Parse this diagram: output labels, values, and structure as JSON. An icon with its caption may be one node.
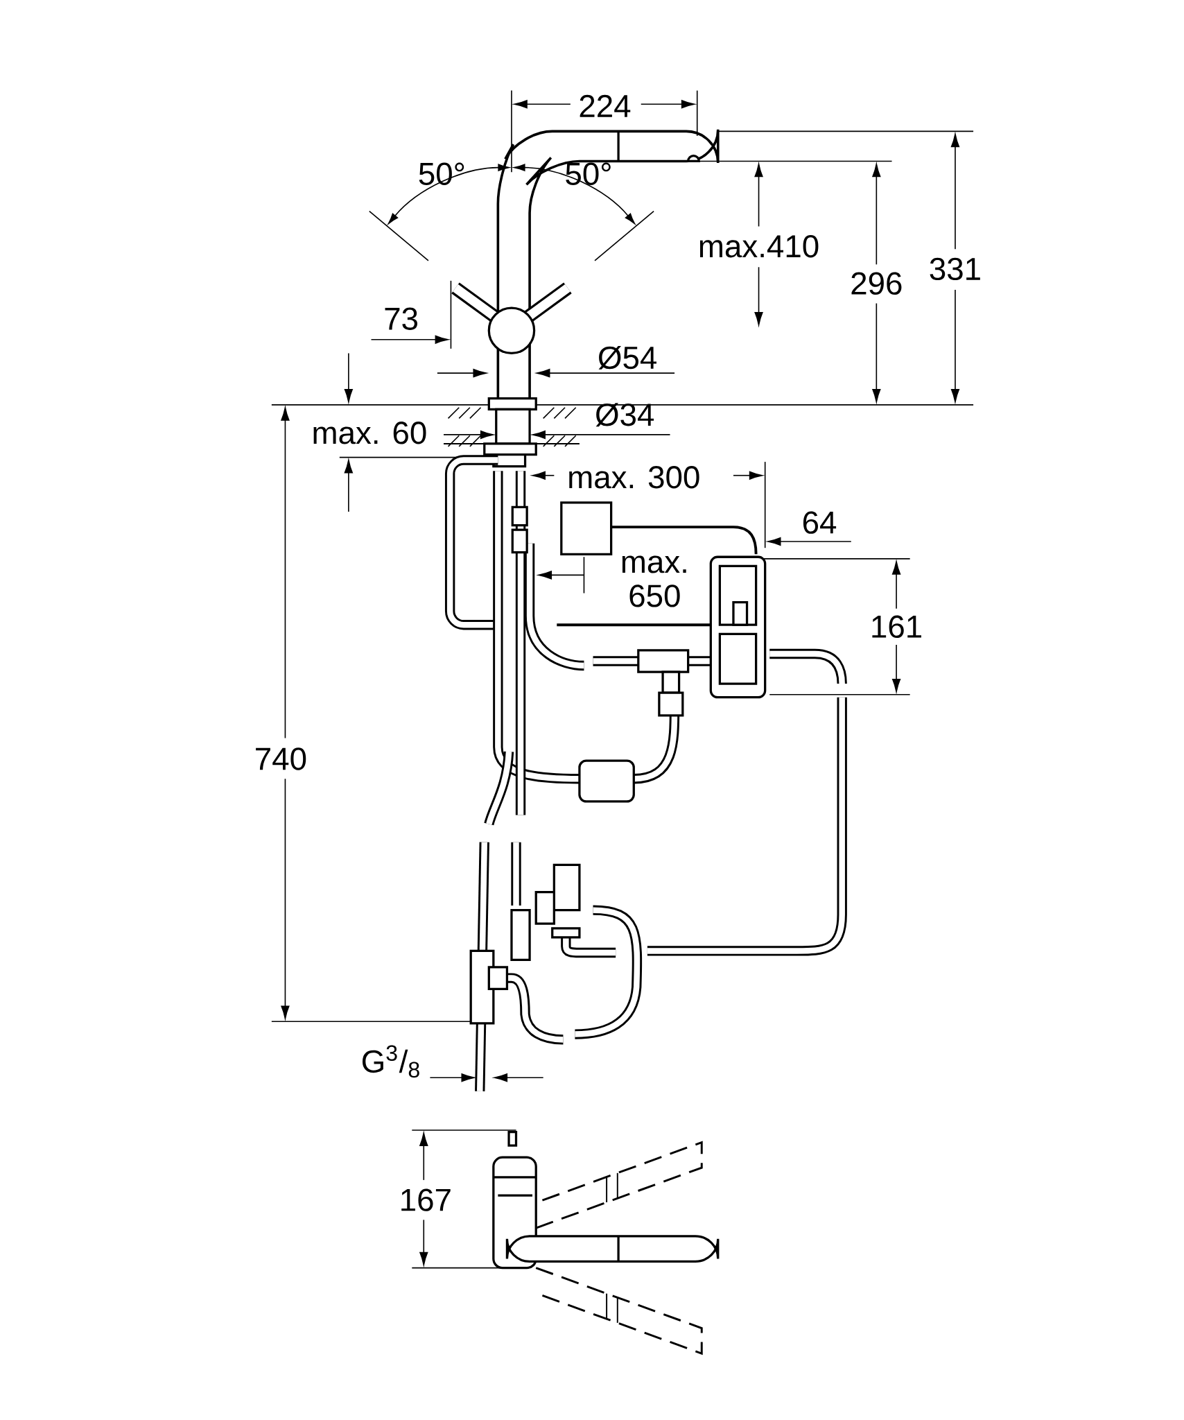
{
  "diagram": {
    "labels": [
      "224",
      "50°",
      "50°",
      "max.410",
      "296",
      "331",
      "73",
      "Ø54",
      "Ø34",
      "max. 60",
      "max. 300",
      "64",
      "max. 650",
      "161",
      "740",
      "G$^{3}$/$_{8}$",
      "167"
    ]
  }
}
